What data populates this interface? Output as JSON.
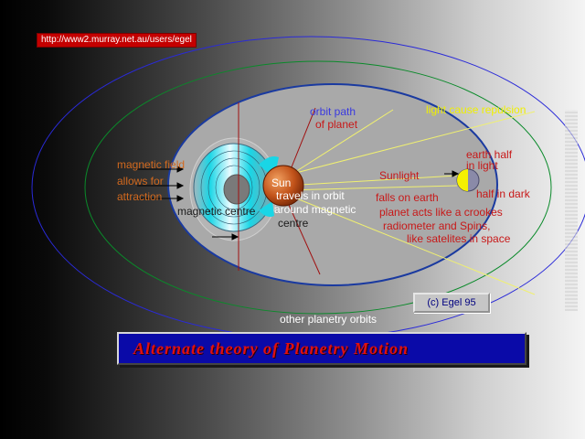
{
  "url_text": "http://www2.murray.net.au/users/egel",
  "title": "Alternate theory of Planetry  Motion",
  "copyright": "(c)  Egel  95",
  "labels": {
    "orbit_path_line1": "orbit path",
    "orbit_path_line2": "of planet",
    "light_repulsion": "light cause repulsion",
    "magnetic_field_line1": "magnetic field",
    "magnetic_field_line2": "allows for",
    "magnetic_field_line3": "attraction",
    "magnetic_centre": "magnetic centre",
    "sun": "Sun",
    "sun_travels_line1": "travels in orbit",
    "sun_travels_line2": "around magnetic",
    "sun_travels_line3": "centre",
    "sunlight": "Sunlight",
    "falls_on_earth": "falls on earth",
    "earth_half_line1": "earth half",
    "earth_half_line2": "in light",
    "half_dark": "half in dark",
    "radiometer_line1": "planet acts like a crookes",
    "radiometer_line2": "radiometer     and  Spins,",
    "radiometer_line3": "like satelites in space",
    "other_orbits": "other planetry orbits"
  },
  "colors": {
    "orbit_outer": "#2a2ad8",
    "orbit_middle": "#0a8a2a",
    "plate_fill": "#a9a9a9",
    "cyan": "#19d6e6",
    "sun": "#c2531a",
    "light_ray": "#f0f070",
    "red_line": "#a01010",
    "label_orange": "#d2691e",
    "label_red": "#c81818",
    "label_yellow": "#f0f000",
    "label_blue": "#3a3ae0",
    "label_white": "#ffffff",
    "label_dark": "#1a1a1a"
  }
}
